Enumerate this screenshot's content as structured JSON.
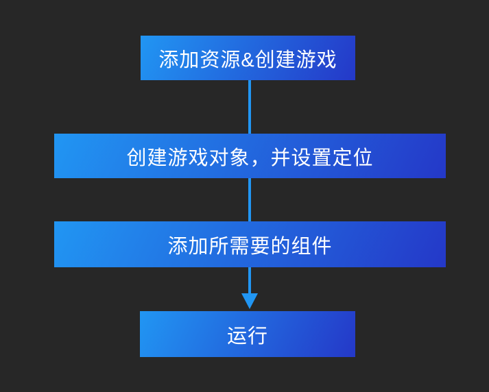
{
  "diagram": {
    "title": "game-creation-flowchart",
    "background_color": "#272727",
    "box_gradient_start": "#2196f3",
    "box_gradient_end": "#2438c8",
    "connector_color": "#2196f3",
    "text_color": "#ffffff",
    "steps": [
      {
        "label": "添加资源&创建游戏"
      },
      {
        "label": "创建游戏对象，并设置定位"
      },
      {
        "label": "添加所需要的组件"
      },
      {
        "label": "运行"
      }
    ]
  }
}
